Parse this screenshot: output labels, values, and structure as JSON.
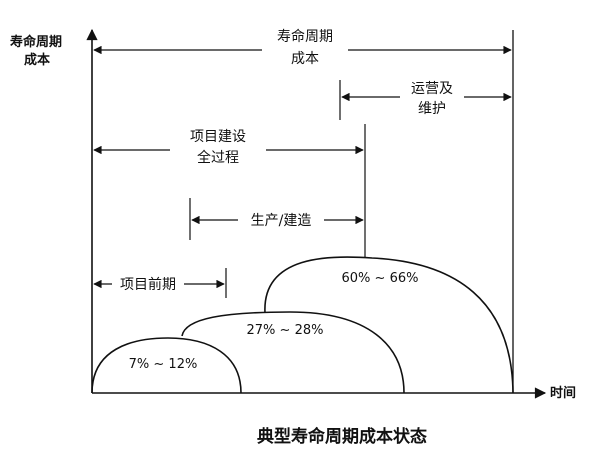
{
  "diagram": {
    "y_axis_label": [
      "寿命周期",
      "成本"
    ],
    "x_axis_label": "时间",
    "spans": {
      "lifecycle": [
        "寿命周期",
        "成本"
      ],
      "operation": [
        "运营及",
        "维护"
      ],
      "construction_full": [
        "项目建设",
        "全过程"
      ],
      "production": "生产/建造",
      "pre_project": "项目前期"
    },
    "arcs": {
      "pre_project_pct": "7% ~ 12%",
      "construction_pct": "27% ~ 28%",
      "operation_pct": "60% ~ 66%"
    },
    "caption": "典型寿命周期成本状态"
  }
}
